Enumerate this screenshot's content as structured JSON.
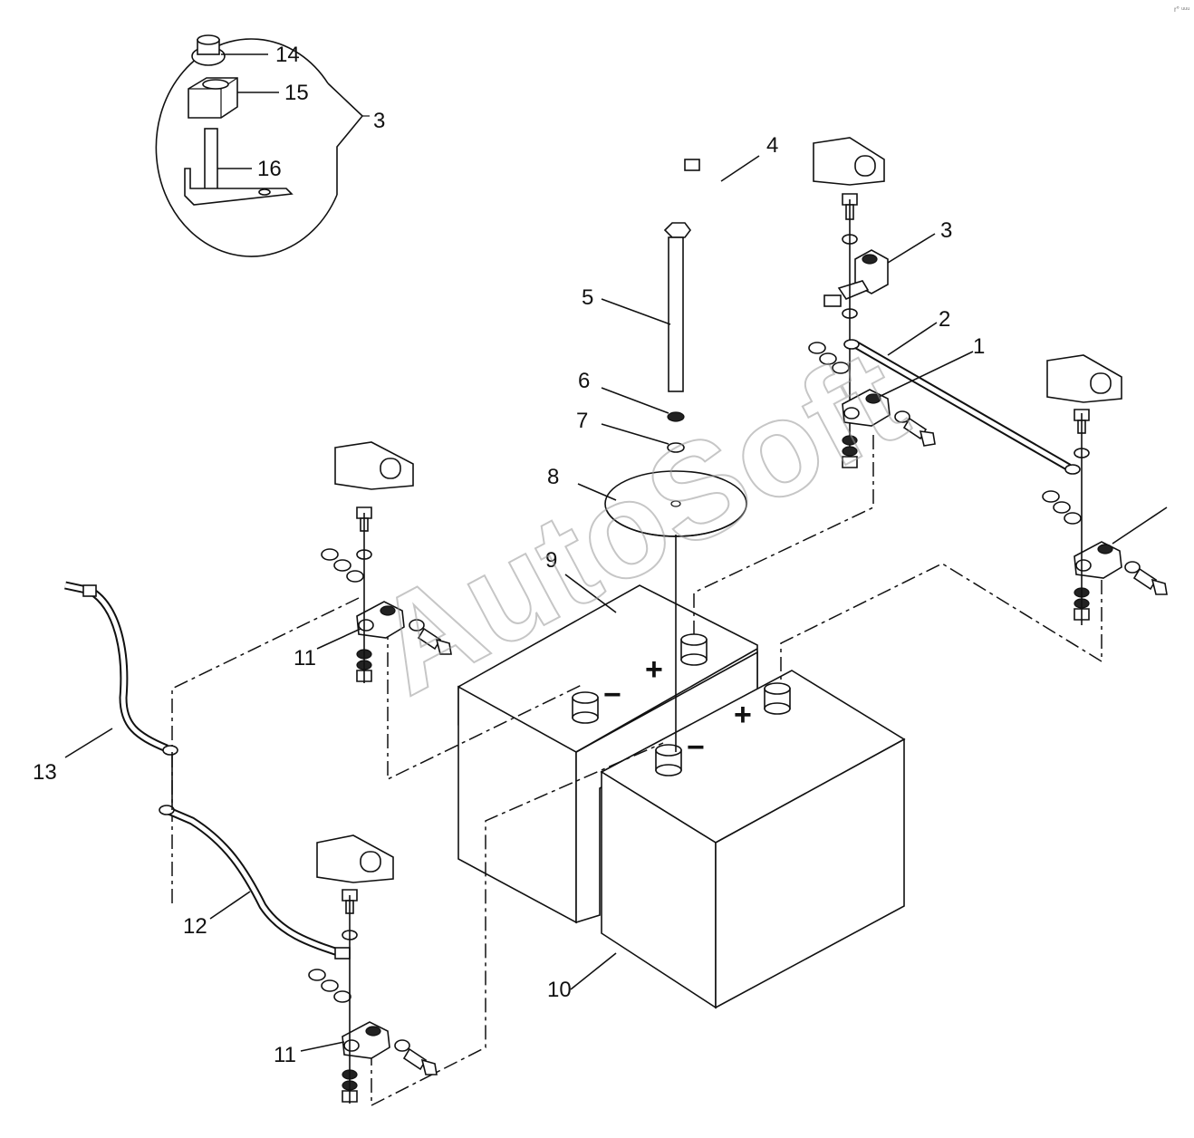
{
  "watermark": "AutoSoft",
  "corner_mark": "r° ᵘᵘᵘ",
  "polarity": {
    "minus": "−",
    "plus": "+"
  },
  "callouts": [
    {
      "id": "c1",
      "text": "1"
    },
    {
      "id": "c2",
      "text": "2"
    },
    {
      "id": "c3a",
      "text": "3"
    },
    {
      "id": "c3b",
      "text": "3"
    },
    {
      "id": "c4",
      "text": "4"
    },
    {
      "id": "c5",
      "text": "5"
    },
    {
      "id": "c6",
      "text": "6"
    },
    {
      "id": "c7",
      "text": "7"
    },
    {
      "id": "c8",
      "text": "8"
    },
    {
      "id": "c9",
      "text": "9"
    },
    {
      "id": "c10",
      "text": "10"
    },
    {
      "id": "c11a",
      "text": "11"
    },
    {
      "id": "c11b",
      "text": "11"
    },
    {
      "id": "c12",
      "text": "12"
    },
    {
      "id": "c13",
      "text": "13"
    },
    {
      "id": "c14",
      "text": "14"
    },
    {
      "id": "c15",
      "text": "15"
    },
    {
      "id": "c16",
      "text": "16"
    }
  ],
  "icons": [
    "battery-icon",
    "cable-icon",
    "bolt-icon",
    "nut-icon",
    "washer-icon",
    "clamp-icon",
    "terminal-cover-icon",
    "plate-icon"
  ]
}
